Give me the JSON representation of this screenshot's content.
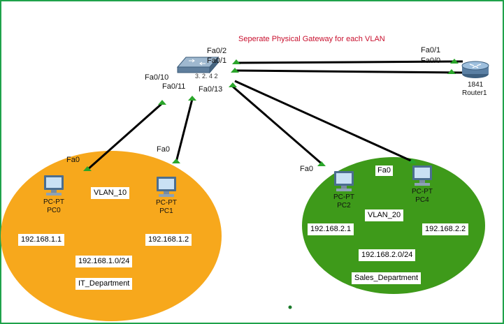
{
  "title": "Seperate Physical Gateway for each VLAN",
  "colors": {
    "frame": "#1fa24a",
    "vlan10_fill": "#f7a81c",
    "vlan20_fill": "#3e9a1a",
    "link": "#000000",
    "port_up": "#2aa52a",
    "title_text": "#c8102e"
  },
  "router": {
    "model": "1841",
    "name": "Router1",
    "icon": "router-icon"
  },
  "switch": {
    "icon": "switch-icon",
    "label_fragment": "3. 2. 4 2"
  },
  "ports": {
    "sw_fa0_2": "Fa0/2",
    "sw_fa0_1": "Fa0/1",
    "sw_fa0_10": "Fa0/10",
    "sw_fa0_11": "Fa0/11",
    "sw_fa0_13": "Fa0/13",
    "r_fa0_1": "Fa0/1",
    "r_fa0_0": "Fa0/0",
    "pc0_fa0": "Fa0",
    "pc1_fa0": "Fa0",
    "pc2_fa0": "Fa0",
    "pc4_fa0": "Fa0"
  },
  "vlan10": {
    "name": "VLAN_10",
    "network": "192.168.1.0/24",
    "department": "IT_Department",
    "pcs": [
      {
        "type": "PC-PT",
        "name": "PC0",
        "ip": "192.168.1.1"
      },
      {
        "type": "PC-PT",
        "name": "PC1",
        "ip": "192.168.1.2"
      }
    ]
  },
  "vlan20": {
    "name": "VLAN_20",
    "network": "192.168.2.0/24",
    "department": "Sales_Department",
    "pcs": [
      {
        "type": "PC-PT",
        "name": "PC2",
        "ip": "192.168.2.1"
      },
      {
        "type": "PC-PT",
        "name": "PC4",
        "ip": "192.168.2.2"
      }
    ]
  }
}
